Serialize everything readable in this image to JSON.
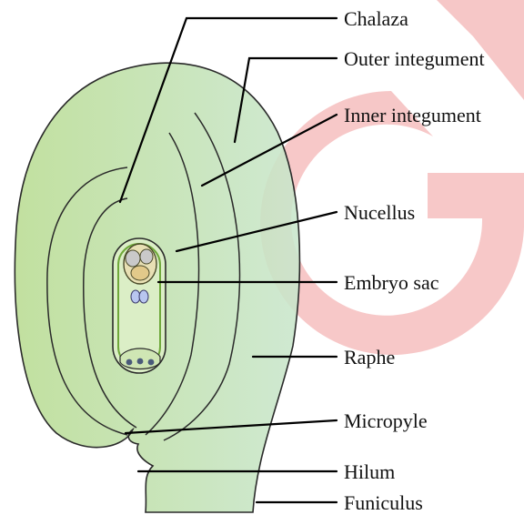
{
  "diagram": {
    "labels": {
      "chalaza": "Chalaza",
      "outer_integument": "Outer integument",
      "inner_integument": "Inner integument",
      "nucellus": "Nucellus",
      "embryo_sac": "Embryo sac",
      "raphe": "Raphe",
      "micropyle": "Micropyle",
      "hilum": "Hilum",
      "funiculus": "Funiculus"
    },
    "colors": {
      "ovule_left": "#b9dc92",
      "ovule_right": "#c9e6cc",
      "outline": "#2a2a2a",
      "embryo_sac_fill": "#dbeec6",
      "embryo_sac_border": "#6fa83a",
      "watermark": "#f2a6a6",
      "leader": "#000000"
    }
  }
}
